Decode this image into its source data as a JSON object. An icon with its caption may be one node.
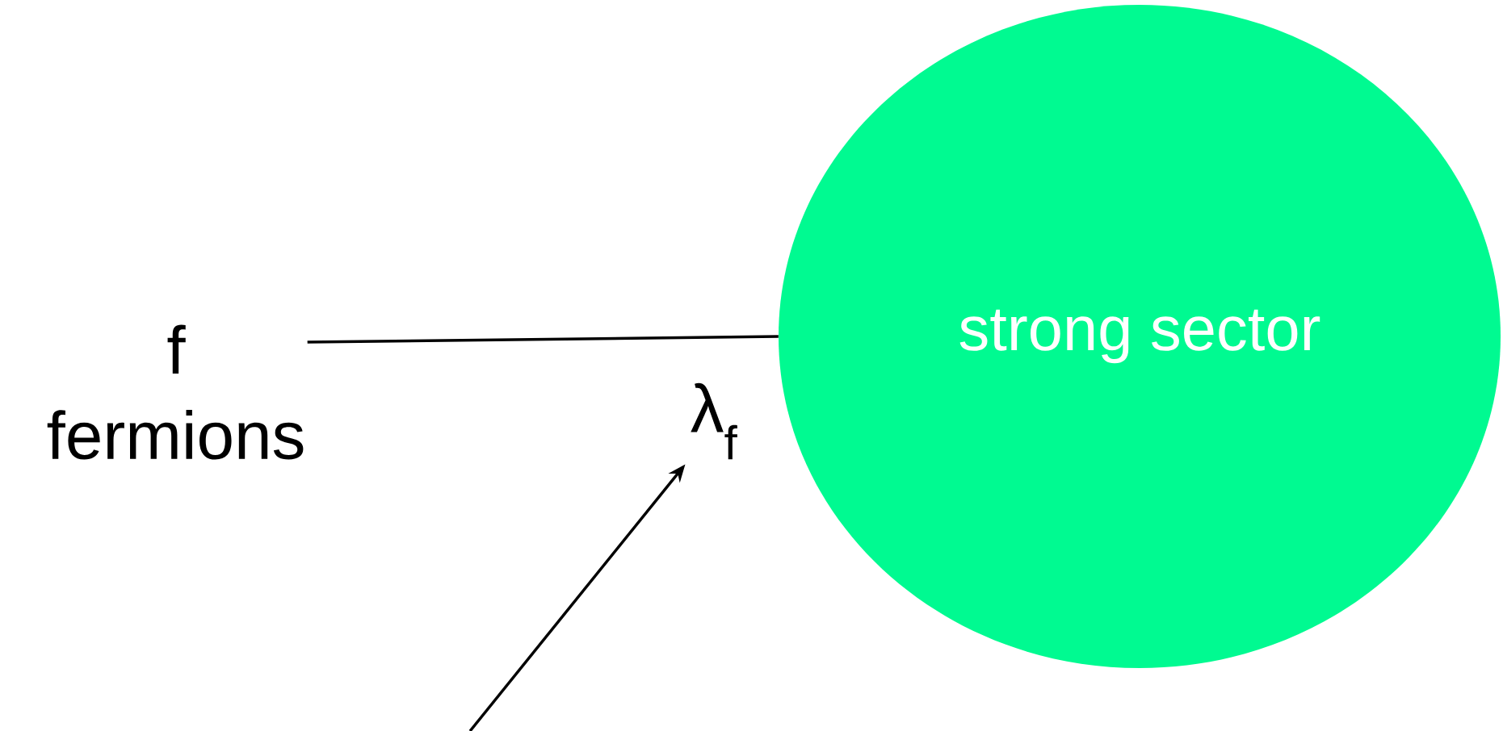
{
  "diagram": {
    "nodes": [
      {
        "text": [
          "f",
          "fermions"
        ]
      },
      {
        "text": [
          "strong sector"
        ]
      },
      {
        "text": [
          "λ$_{f}$"
        ]
      }
    ],
    "edges": [
      {
        "from": 0,
        "to": 1,
        "arrow": "none"
      },
      {
        "from": null,
        "to": 2,
        "arrow": "to"
      }
    ]
  }
}
